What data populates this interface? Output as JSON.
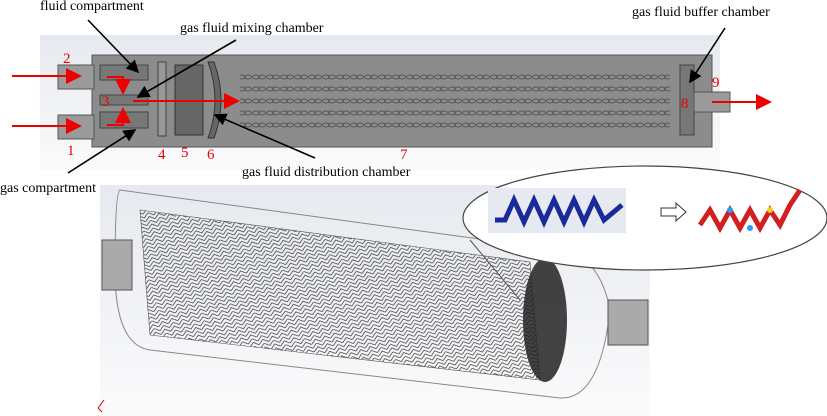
{
  "labels": {
    "fluid_compartment": "fluid compartment",
    "gas_fluid_mixing_chamber": "gas fluid mixing chamber",
    "gas_fluid_buffer_chamber": "gas fluid buffer chamber",
    "gas_compartment": "gas compartment",
    "gas_fluid_distribution_chamber": "gas fluid distribution chamber"
  },
  "numbers": [
    "1",
    "2",
    "3",
    "4",
    "5",
    "6",
    "7",
    "8",
    "9"
  ],
  "colors": {
    "arrow": "#ff0000",
    "body": "#8c8c8c",
    "label_number": "#e00000"
  }
}
